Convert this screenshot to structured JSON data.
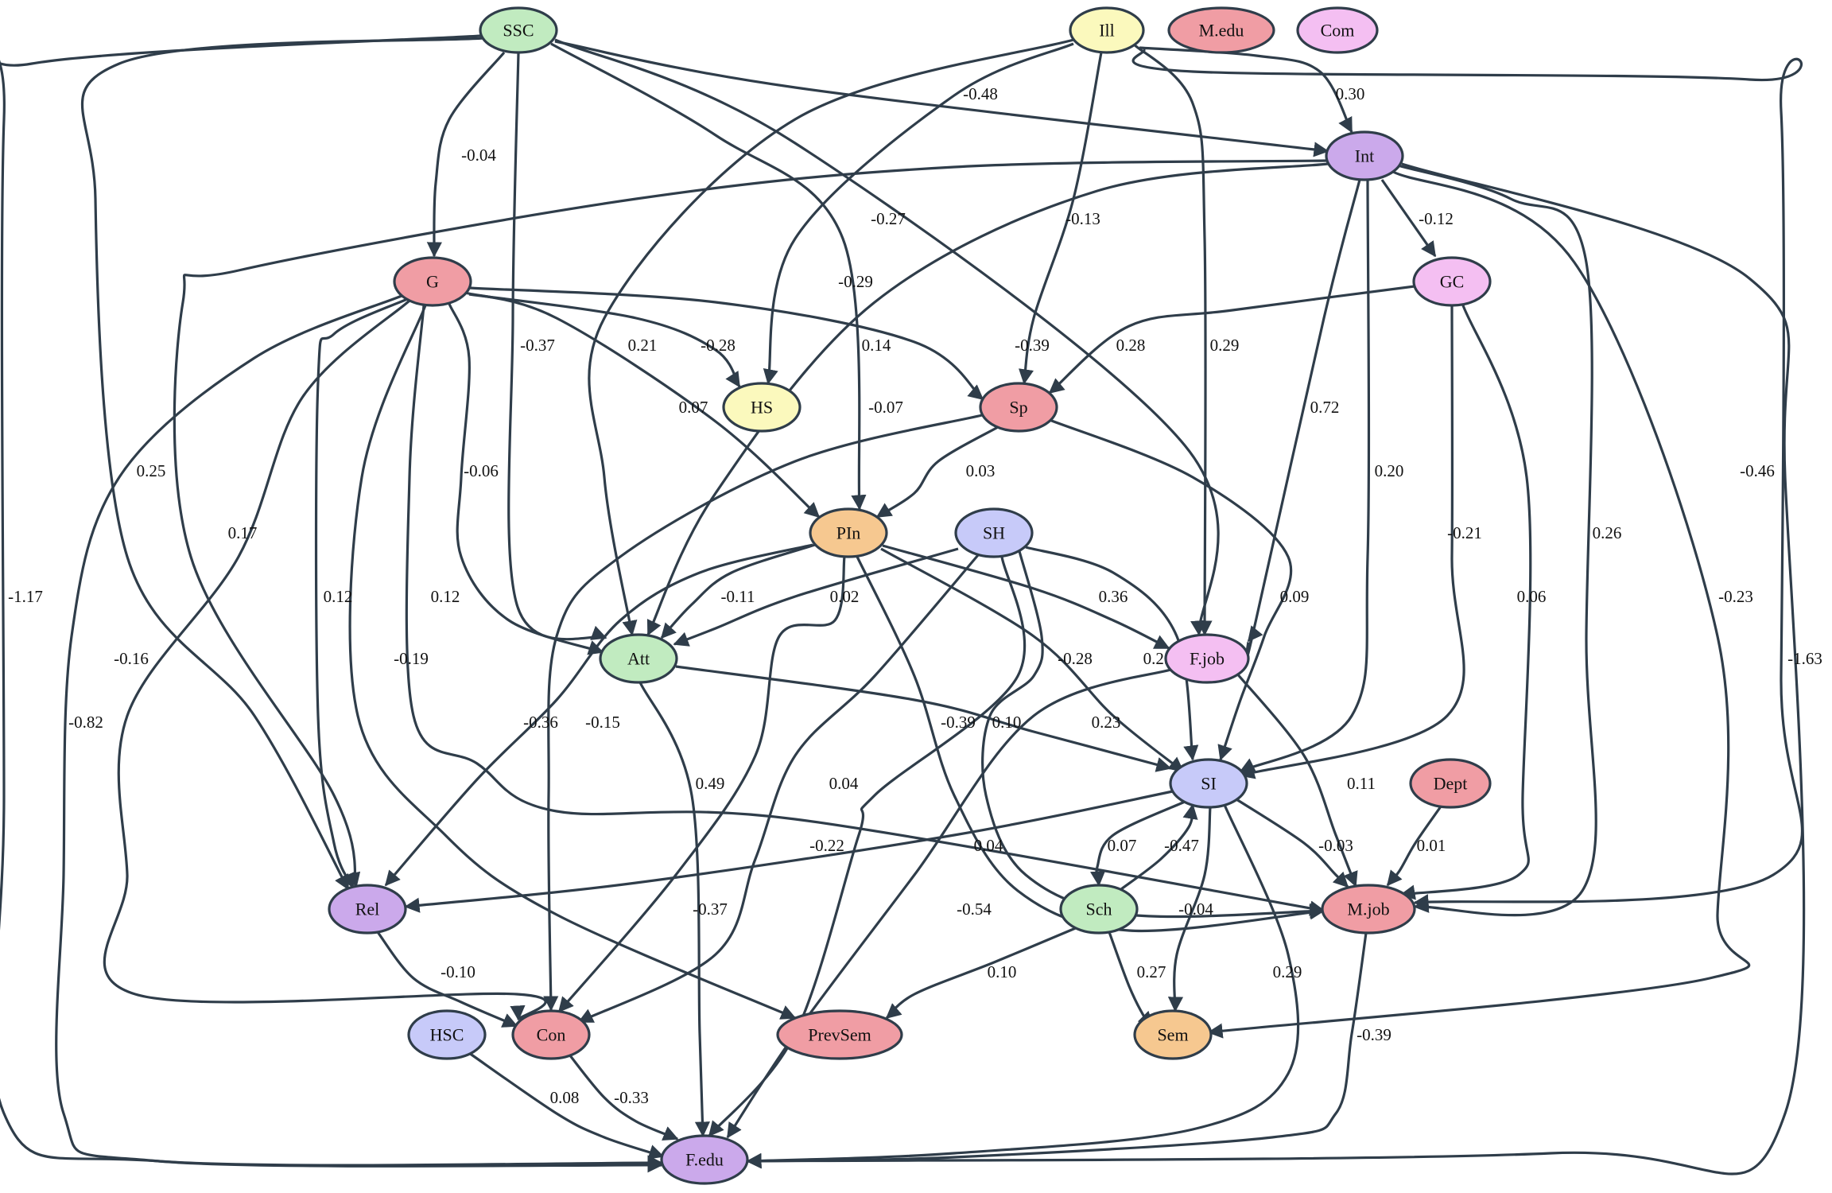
{
  "palette": {
    "green": "#c1ebc0",
    "yellow": "#fbf9bd",
    "pink": "#f09da4",
    "magenta": "#f4bff2",
    "purple": "#cba9eb",
    "blue": "#c7caf9",
    "orange": "#f6c890",
    "edge": "#2f3d4a"
  },
  "nodes": [
    {
      "id": "SSC",
      "label": "SSC",
      "color": "green"
    },
    {
      "id": "Ill",
      "label": "Ill",
      "color": "yellow"
    },
    {
      "id": "M.edu",
      "label": "M.edu",
      "color": "pink"
    },
    {
      "id": "Com",
      "label": "Com",
      "color": "magenta"
    },
    {
      "id": "Int",
      "label": "Int",
      "color": "purple"
    },
    {
      "id": "G",
      "label": "G",
      "color": "pink"
    },
    {
      "id": "GC",
      "label": "GC",
      "color": "magenta"
    },
    {
      "id": "HS",
      "label": "HS",
      "color": "yellow"
    },
    {
      "id": "Sp",
      "label": "Sp",
      "color": "pink"
    },
    {
      "id": "PIn",
      "label": "PIn",
      "color": "orange"
    },
    {
      "id": "SH",
      "label": "SH",
      "color": "blue"
    },
    {
      "id": "Att",
      "label": "Att",
      "color": "green"
    },
    {
      "id": "F.job",
      "label": "F.job",
      "color": "magenta"
    },
    {
      "id": "SI",
      "label": "SI",
      "color": "blue"
    },
    {
      "id": "Dept",
      "label": "Dept",
      "color": "pink"
    },
    {
      "id": "Rel",
      "label": "Rel",
      "color": "purple"
    },
    {
      "id": "Sch",
      "label": "Sch",
      "color": "green"
    },
    {
      "id": "M.job",
      "label": "M.job",
      "color": "pink"
    },
    {
      "id": "HSC",
      "label": "HSC",
      "color": "blue"
    },
    {
      "id": "Con",
      "label": "Con",
      "color": "pink"
    },
    {
      "id": "PrevSem",
      "label": "PrevSem",
      "color": "pink"
    },
    {
      "id": "Sem",
      "label": "Sem",
      "color": "orange"
    },
    {
      "id": "F.edu",
      "label": "F.edu",
      "color": "purple"
    }
  ],
  "edges": [
    {
      "from": "SSC",
      "to": "Int",
      "weight": "-0.48"
    },
    {
      "from": "SSC",
      "to": "G",
      "weight": "-0.04"
    },
    {
      "from": "SSC",
      "to": "Att",
      "weight": "-0.37"
    },
    {
      "from": "SSC",
      "to": "PIn",
      "weight": "-0.29"
    },
    {
      "from": "SSC",
      "to": "F.job",
      "weight": "-0.39"
    },
    {
      "from": "SSC",
      "to": "Rel",
      "weight": "0.25"
    },
    {
      "from": "SSC",
      "to": "F.edu",
      "weight": "-1.17"
    },
    {
      "from": "Ill",
      "to": "Int",
      "weight": "0.30"
    },
    {
      "from": "Ill",
      "to": "HS",
      "weight": "-0.27"
    },
    {
      "from": "Ill",
      "to": "Sp",
      "weight": "-0.13"
    },
    {
      "from": "Ill",
      "to": "Att",
      "weight": "0.21"
    },
    {
      "from": "Ill",
      "to": "F.job",
      "weight": "0.29"
    },
    {
      "from": "Ill",
      "to": "M.job",
      "weight": "-0.46"
    },
    {
      "from": "Int",
      "to": "GC",
      "weight": "-0.12"
    },
    {
      "from": "Int",
      "to": "F.job",
      "weight": "0.72"
    },
    {
      "from": "Int",
      "to": "SI",
      "weight": "0.20"
    },
    {
      "from": "Int",
      "to": "M.job",
      "weight": "0.26"
    },
    {
      "from": "Int",
      "to": "Sem",
      "weight": "-0.23"
    },
    {
      "from": "Int",
      "to": "F.edu",
      "weight": "-1.63"
    },
    {
      "from": "Int",
      "to": "Att",
      "weight": "-0.07"
    },
    {
      "from": "Int",
      "to": "Rel",
      "weight": "0.17"
    },
    {
      "from": "GC",
      "to": "Sp",
      "weight": "0.28"
    },
    {
      "from": "GC",
      "to": "SI",
      "weight": "-0.21"
    },
    {
      "from": "GC",
      "to": "M.job",
      "weight": "0.06"
    },
    {
      "from": "G",
      "to": "HS",
      "weight": "-0.28"
    },
    {
      "from": "G",
      "to": "Sp",
      "weight": "0.14"
    },
    {
      "from": "G",
      "to": "PIn",
      "weight": "0.07"
    },
    {
      "from": "G",
      "to": "Att",
      "weight": "-0.06"
    },
    {
      "from": "G",
      "to": "Rel",
      "weight": "0.12"
    },
    {
      "from": "G",
      "to": "M.job",
      "weight": "0.12"
    },
    {
      "from": "G",
      "to": "PrevSem",
      "weight": "-0.19"
    },
    {
      "from": "G",
      "to": "Con",
      "weight": "-0.16"
    },
    {
      "from": "G",
      "to": "F.edu",
      "weight": "-0.82"
    },
    {
      "from": "Sp",
      "to": "PIn",
      "weight": "0.03"
    },
    {
      "from": "Sp",
      "to": "SI",
      "weight": "0.09"
    },
    {
      "from": "Sp",
      "to": "Con",
      "weight": "-0.15"
    },
    {
      "from": "PIn",
      "to": "Att",
      "weight": "-0.11"
    },
    {
      "from": "PIn",
      "to": "F.job",
      "weight": "0.36"
    },
    {
      "from": "PIn",
      "to": "SI",
      "weight": "-0.28"
    },
    {
      "from": "PIn",
      "to": "Rel",
      "weight": "-0.36"
    },
    {
      "from": "PIn",
      "to": "Con",
      "weight": "0.49"
    },
    {
      "from": "PIn",
      "to": "M.job",
      "weight": "-0.39"
    },
    {
      "from": "SH",
      "to": "Att",
      "weight": "0.02"
    },
    {
      "from": "SH",
      "to": "SI",
      "weight": "0.25"
    },
    {
      "from": "SH",
      "to": "M.job",
      "weight": "0.10"
    },
    {
      "from": "SH",
      "to": "Con",
      "weight": "0.04"
    },
    {
      "from": "SH",
      "to": "F.edu",
      "weight": "-0.22"
    },
    {
      "from": "Att",
      "to": "SI",
      "weight": "0.23"
    },
    {
      "from": "Att",
      "to": "F.edu",
      "weight": "-0.37"
    },
    {
      "from": "F.job",
      "to": "M.job",
      "weight": "0.11"
    },
    {
      "from": "F.job",
      "to": "F.edu",
      "weight": "-0.54"
    },
    {
      "from": "SI",
      "to": "Rel",
      "weight": "0.04"
    },
    {
      "from": "SI",
      "to": "Sch",
      "weight": "0.07"
    },
    {
      "from": "SI",
      "to": "M.job",
      "weight": "-0.03"
    },
    {
      "from": "SI",
      "to": "Sem",
      "weight": "-0.04"
    },
    {
      "from": "SI",
      "to": "F.edu",
      "weight": "0.29"
    },
    {
      "from": "Sch",
      "to": "SI",
      "weight": "-0.47"
    },
    {
      "from": "Sch",
      "to": "Sem",
      "weight": "0.27"
    },
    {
      "from": "Sch",
      "to": "PrevSem",
      "weight": "0.10"
    },
    {
      "from": "Dept",
      "to": "M.job",
      "weight": "0.01"
    },
    {
      "from": "Rel",
      "to": "Con",
      "weight": "-0.10"
    },
    {
      "from": "M.job",
      "to": "F.edu",
      "weight": "-0.39"
    },
    {
      "from": "HSC",
      "to": "F.edu",
      "weight": "0.08"
    },
    {
      "from": "Con",
      "to": "F.edu",
      "weight": "-0.33"
    }
  ]
}
